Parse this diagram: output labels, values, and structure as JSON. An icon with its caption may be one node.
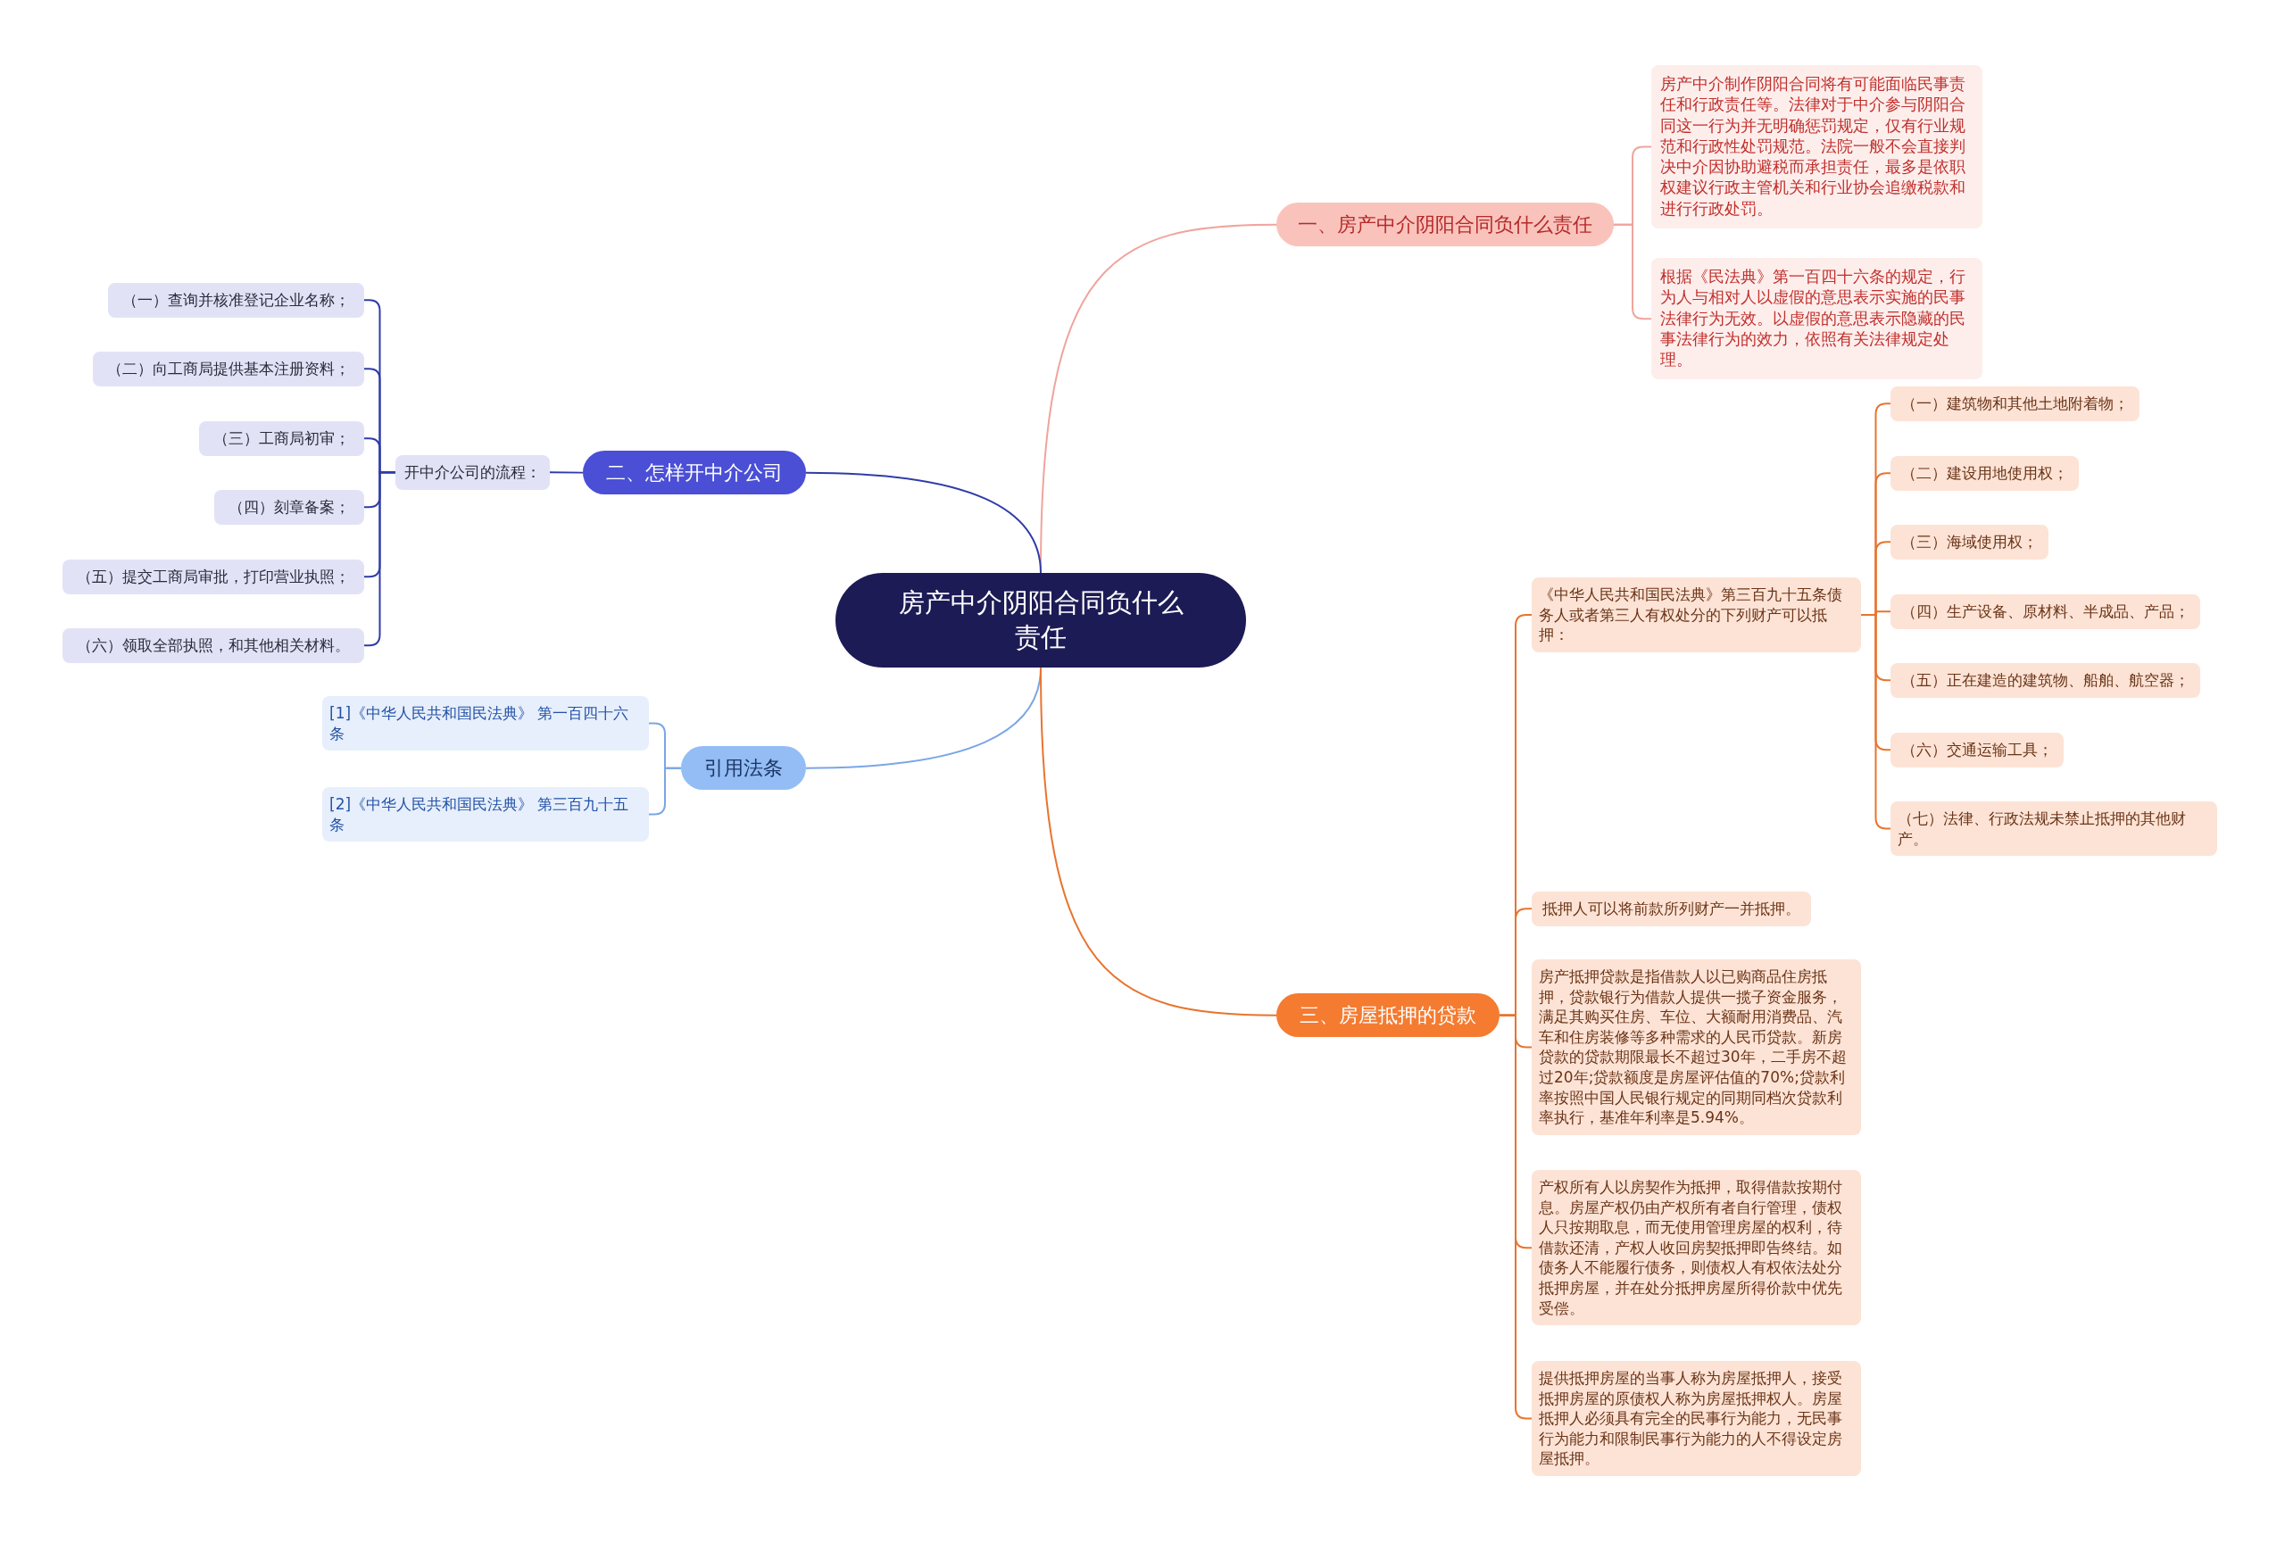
{
  "diagram": {
    "nodes": [
      {
        "text": [
          "房产中介阴阳合同负什么责任"
        ]
      },
      {
        "text": [
          "一、房产中介阴阳合同负什么责任"
        ]
      },
      {
        "text": [
          "房产中介制作阴阳合同将有可能面临民事责任和行政责任等。法律对于中介参与阴阳合同这一行为并无明确惩罚规定，仅有行业规范和行政性处罚规范。法院一般不会直接判决中介因协助避税而承担责任，最多是依职权建议行政主管机关和行业协会追缴税款和进行行政处罚。"
        ]
      },
      {
        "text": [
          "根据《民法典》第一百四十六条的规定，行为人与相对人以虚假的意思表示实施的民事法律行为无效。以虚假的意思表示隐藏的民事法律行为的效力，依照有关法律规定处理。"
        ]
      },
      {
        "text": [
          "二、怎样开中介公司"
        ]
      },
      {
        "text": [
          "开中介公司的流程："
        ]
      },
      {
        "text": [
          "（一）查询并核准登记企业名称；"
        ]
      },
      {
        "text": [
          "（二）向工商局提供基本注册资料；"
        ]
      },
      {
        "text": [
          "（三）工商局初审；"
        ]
      },
      {
        "text": [
          "（四）刻章备案；"
        ]
      },
      {
        "text": [
          "（五）提交工商局审批，打印营业执照；"
        ]
      },
      {
        "text": [
          "（六）领取全部执照，和其他相关材料。"
        ]
      },
      {
        "text": [
          "引用法条"
        ]
      },
      {
        "text": [
          "[1]《中华人民共和国民法典》 第一百四十六条"
        ]
      },
      {
        "text": [
          "[2]《中华人民共和国民法典》 第三百九十五条"
        ]
      },
      {
        "text": [
          "三、房屋抵押的贷款"
        ]
      },
      {
        "text": [
          "《中华人民共和国民法典》第三百九十五条债务人或者第三人有权处分的下列财产可以抵押："
        ]
      },
      {
        "text": [
          "（一）建筑物和其他土地附着物；"
        ]
      },
      {
        "text": [
          "（二）建设用地使用权；"
        ]
      },
      {
        "text": [
          "（三）海域使用权；"
        ]
      },
      {
        "text": [
          "（四）生产设备、原材料、半成品、产品；"
        ]
      },
      {
        "text": [
          "（五）正在建造的建筑物、船舶、航空器；"
        ]
      },
      {
        "text": [
          "（六）交通运输工具；"
        ]
      },
      {
        "text": [
          "（七）法律、行政法规未禁止抵押的其他财产。"
        ]
      },
      {
        "text": [
          "抵押人可以将前款所列财产一并抵押。"
        ]
      },
      {
        "text": [
          "房产抵押贷款是指借款人以已购商品住房抵押，贷款银行为借款人提供一揽子资金服务，满足其购买住房、车位、大额耐用消费品、汽车和住房装修等多种需求的人民币贷款。新房贷款的贷款期限最长不超过30年，二手房不超过20年;贷款额度是房屋评估值的70%;贷款利率按照中国人民银行规定的同期同档次贷款利率执行，基准年利率是5.94%。"
        ]
      },
      {
        "text": [
          "产权所有人以房契作为抵押，取得借款按期付息。房屋产权仍由产权所有者自行管理，债权人只按期取息，而无使用管理房屋的权利，待借款还清，产权人收回房契抵押即告终结。如债务人不能履行债务，则债权人有权依法处分抵押房屋，并在处分抵押房屋所得价款中优先受偿。"
        ]
      },
      {
        "text": [
          "提供抵押房屋的当事人称为房屋抵押人，接受抵押房屋的原债权人称为房屋抵押权人。房屋抵押人必须具有完全的民事行为能力，无民事行为能力和限制民事行为能力的人不得设定房屋抵押。"
        ]
      }
    ],
    "edges": [
      {
        "from": 0,
        "to": 1,
        "arrow": "none",
        "color": "#f0a49c"
      },
      {
        "from": 1,
        "to": 2,
        "arrow": "none",
        "color": "#f0a49c"
      },
      {
        "from": 1,
        "to": 3,
        "arrow": "none",
        "color": "#f0a49c"
      },
      {
        "from": 0,
        "to": 4,
        "arrow": "none",
        "color": "#2f3ca8"
      },
      {
        "from": 4,
        "to": 5,
        "arrow": "none",
        "color": "#2f3ca8"
      },
      {
        "from": 5,
        "to": 6,
        "arrow": "none",
        "color": "#2f3ca8"
      },
      {
        "from": 5,
        "to": 7,
        "arrow": "none",
        "color": "#2f3ca8"
      },
      {
        "from": 5,
        "to": 8,
        "arrow": "none",
        "color": "#2f3ca8"
      },
      {
        "from": 5,
        "to": 9,
        "arrow": "none",
        "color": "#2f3ca8"
      },
      {
        "from": 5,
        "to": 10,
        "arrow": "none",
        "color": "#2f3ca8"
      },
      {
        "from": 5,
        "to": 11,
        "arrow": "none",
        "color": "#2f3ca8"
      },
      {
        "from": 0,
        "to": 12,
        "arrow": "none",
        "color": "#7aa6e6"
      },
      {
        "from": 12,
        "to": 13,
        "arrow": "none",
        "color": "#7aa6e6"
      },
      {
        "from": 12,
        "to": 14,
        "arrow": "none",
        "color": "#7aa6e6"
      },
      {
        "from": 0,
        "to": 15,
        "arrow": "none"
      },
      {
        "from": 15,
        "to": 16,
        "arrow": "none"
      },
      {
        "from": 16,
        "to": 17,
        "arrow": "none"
      },
      {
        "from": 16,
        "to": 18,
        "arrow": "none"
      },
      {
        "from": 16,
        "to": 19,
        "arrow": "none"
      },
      {
        "from": 16,
        "to": 20,
        "arrow": "none"
      },
      {
        "from": 16,
        "to": 21,
        "arrow": "none"
      },
      {
        "from": 16,
        "to": 22,
        "arrow": "none"
      },
      {
        "from": 16,
        "to": 23,
        "arrow": "none"
      },
      {
        "from": 15,
        "to": 24,
        "arrow": "none"
      },
      {
        "from": 15,
        "to": 25,
        "arrow": "none"
      },
      {
        "from": 15,
        "to": 26,
        "arrow": "none"
      },
      {
        "from": 15,
        "to": 27,
        "arrow": "none"
      }
    ]
  }
}
